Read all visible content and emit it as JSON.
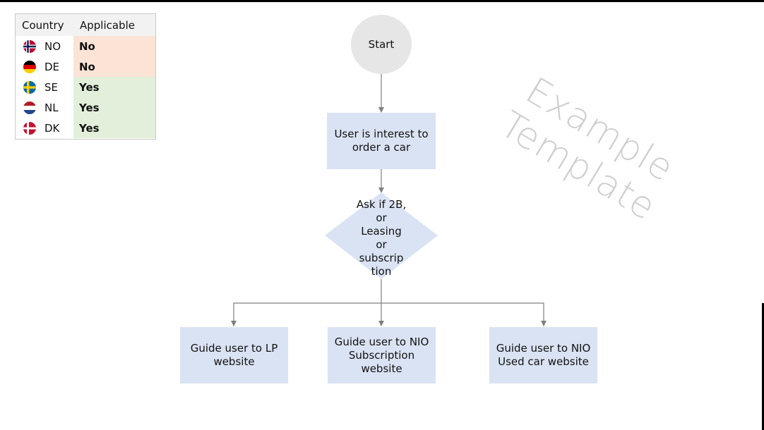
{
  "table": {
    "header": {
      "country": "Country",
      "applicable": "Applicable"
    },
    "rows": [
      {
        "code": "NO",
        "applicable": "No",
        "flag": "norway-flag-icon"
      },
      {
        "code": "DE",
        "applicable": "No",
        "flag": "germany-flag-icon"
      },
      {
        "code": "SE",
        "applicable": "Yes",
        "flag": "sweden-flag-icon"
      },
      {
        "code": "NL",
        "applicable": "Yes",
        "flag": "netherlands-flag-icon"
      },
      {
        "code": "DK",
        "applicable": "Yes",
        "flag": "denmark-flag-icon"
      }
    ],
    "colors": {
      "no": "#fbe4d6",
      "yes": "#e2efda"
    }
  },
  "flow": {
    "start": "Start",
    "step1": [
      "User is interest to",
      "order a car"
    ],
    "decision": [
      "Ask if 2B,",
      "or",
      "Leasing",
      "or",
      "subscrip",
      "tion"
    ],
    "outcomes": [
      [
        "Guide user to LP",
        "website"
      ],
      [
        "Guide user to NIO",
        "Subscription",
        "website"
      ],
      [
        "Guide user to NIO",
        "Used car website"
      ]
    ],
    "colors": {
      "box": "#dae3f3",
      "start": "#e6e6e6",
      "line": "#7f7f7f"
    }
  },
  "watermark": "Example Template"
}
